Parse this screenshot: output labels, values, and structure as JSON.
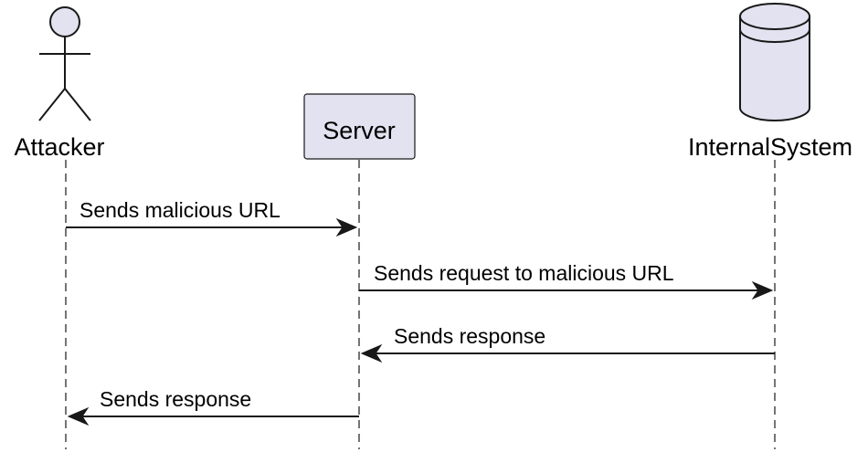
{
  "participants": {
    "attacker": {
      "label": "Attacker",
      "shape": "actor"
    },
    "server": {
      "label": "Server",
      "shape": "participant"
    },
    "internal": {
      "label": "InternalSystem",
      "shape": "database"
    }
  },
  "messages": [
    {
      "from": "attacker",
      "to": "server",
      "label": "Sends malicious URL"
    },
    {
      "from": "server",
      "to": "internal",
      "label": "Sends request to malicious URL"
    },
    {
      "from": "internal",
      "to": "server",
      "label": "Sends response"
    },
    {
      "from": "server",
      "to": "attacker",
      "label": "Sends response"
    }
  ],
  "colors": {
    "participant_fill": "#E2E2F0",
    "stroke": "#181818",
    "background": "#FFFFFF"
  }
}
